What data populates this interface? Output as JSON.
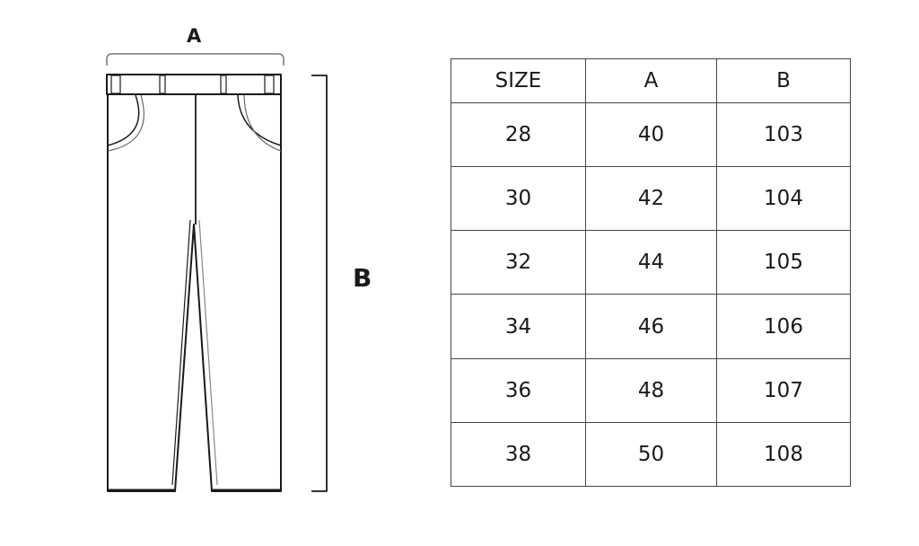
{
  "diagram": {
    "width_label": "A",
    "length_label": "B"
  },
  "table": {
    "headers": [
      "SIZE",
      "A",
      "B"
    ],
    "rows": [
      [
        "28",
        "40",
        "103"
      ],
      [
        "30",
        "42",
        "104"
      ],
      [
        "32",
        "44",
        "105"
      ],
      [
        "34",
        "46",
        "106"
      ],
      [
        "36",
        "48",
        "107"
      ],
      [
        "38",
        "50",
        "108"
      ]
    ]
  },
  "colors": {
    "line": "#1a1a1a",
    "table_border": "#444444",
    "background": "#ffffff"
  }
}
